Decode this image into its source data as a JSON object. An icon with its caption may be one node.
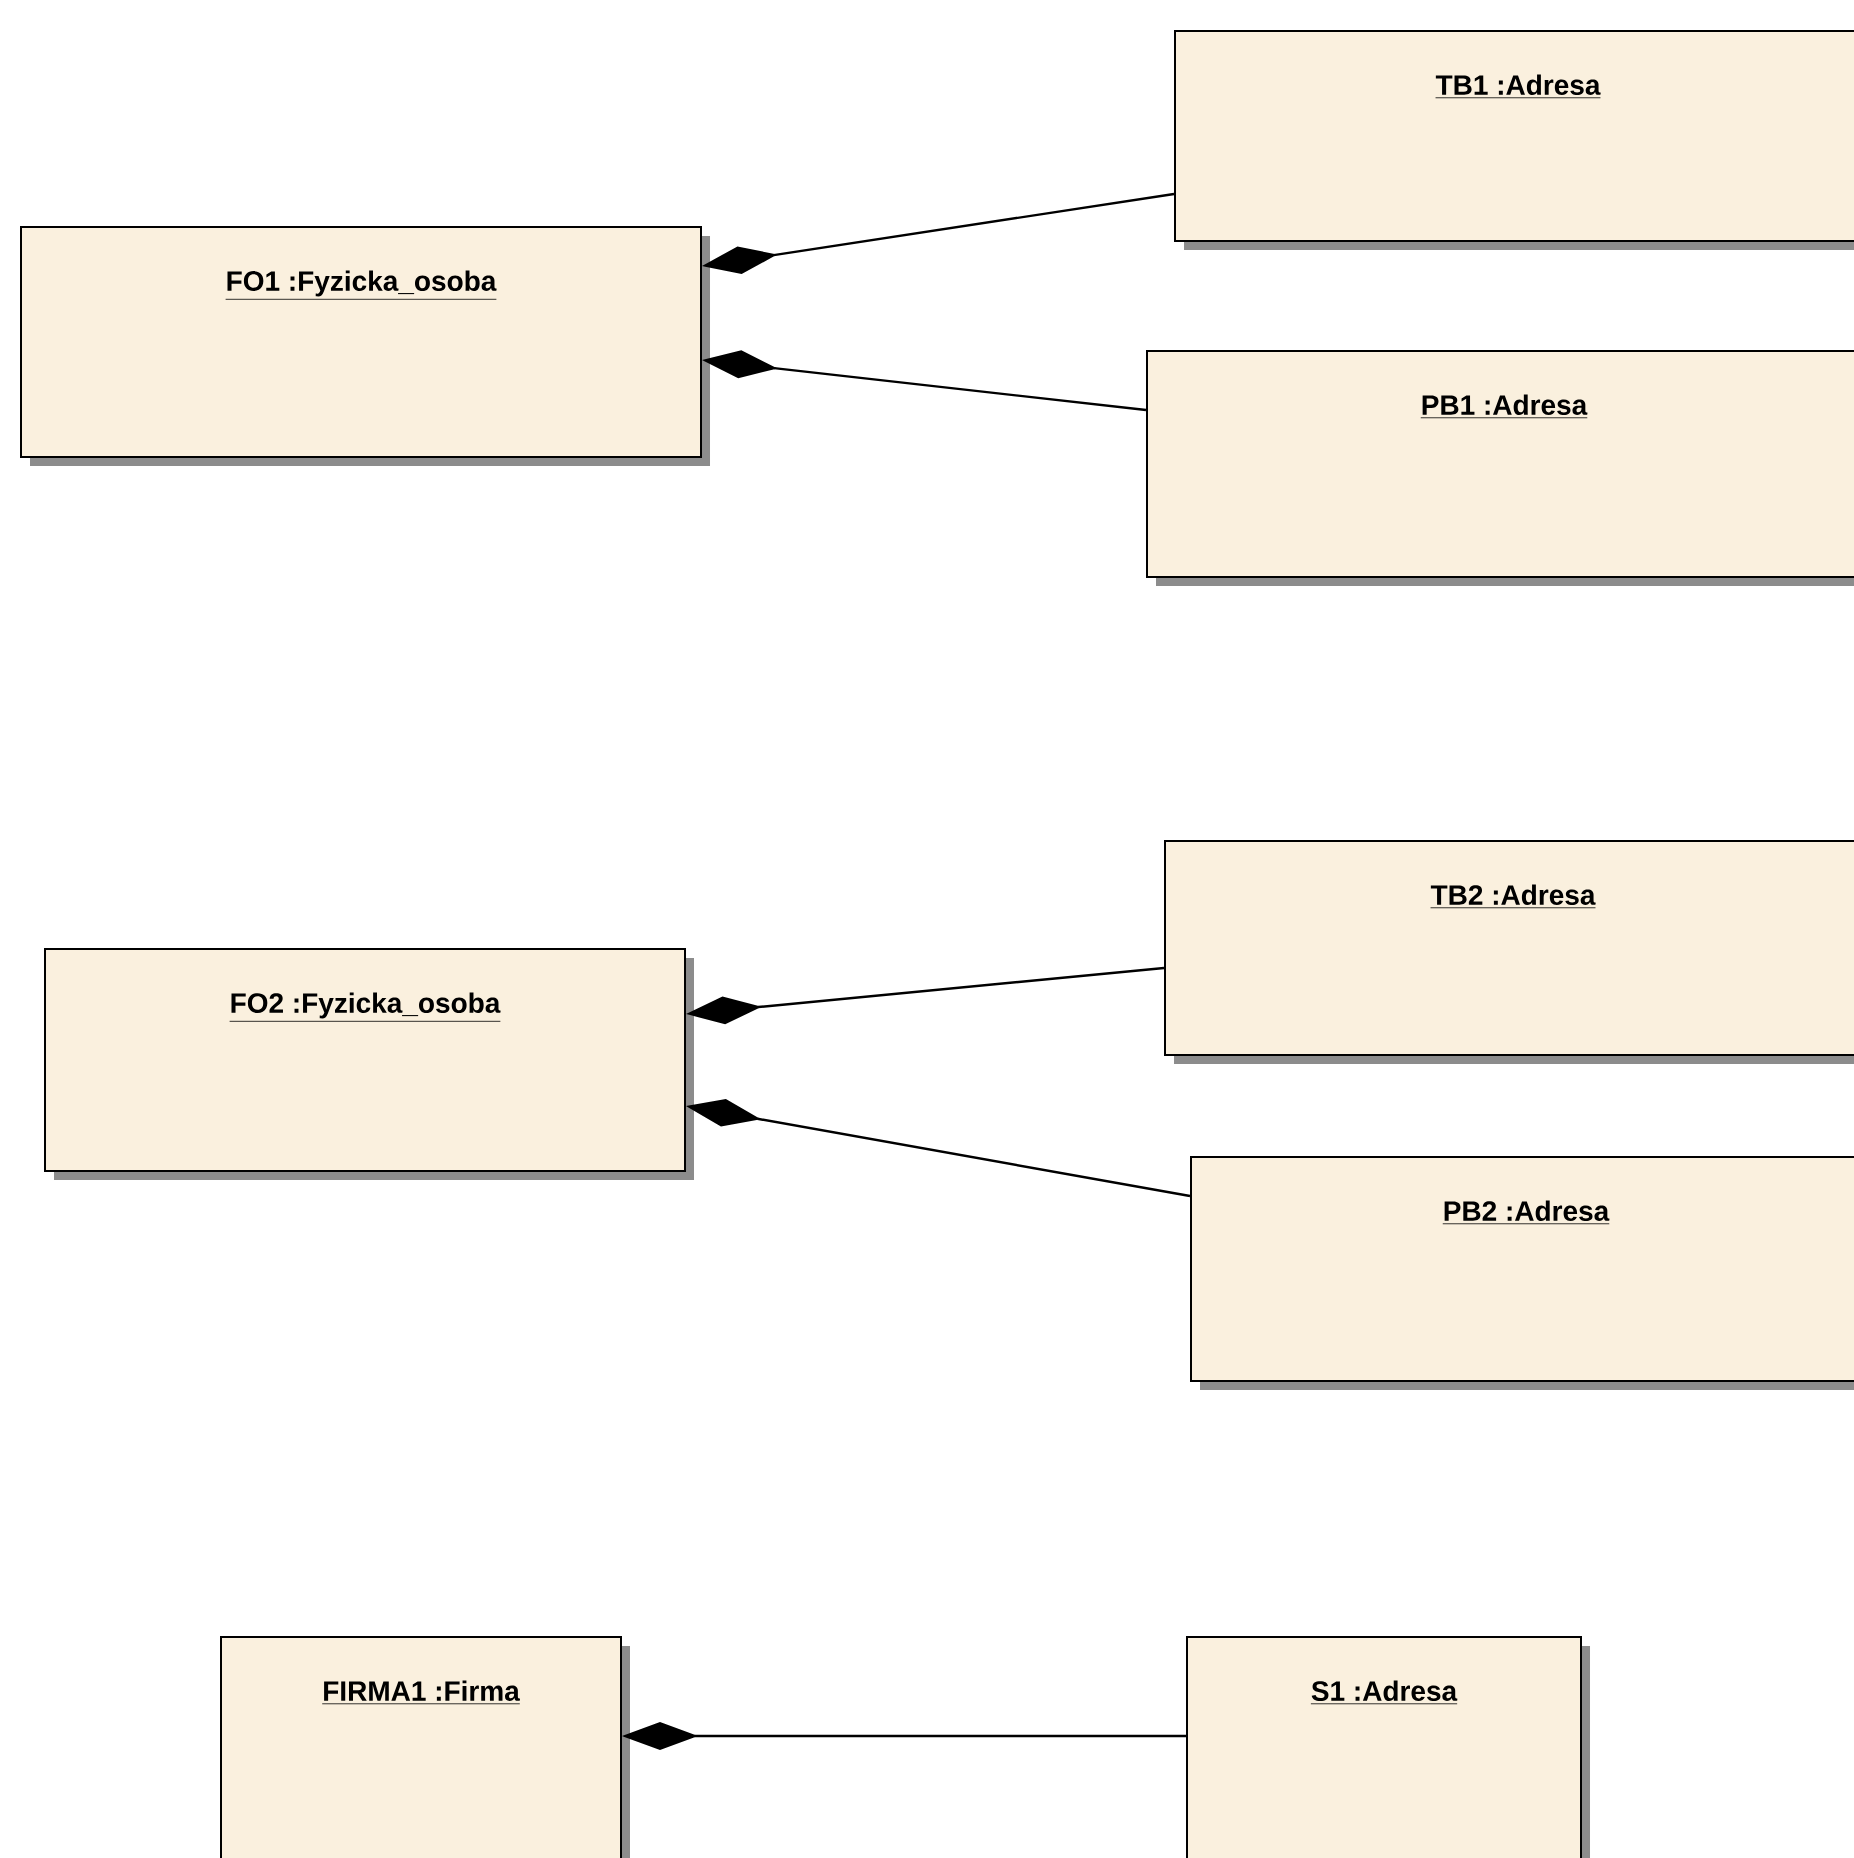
{
  "diagram": {
    "nodes": [
      {
        "text": [
          "FO1 :Fyzicka_osoba"
        ]
      },
      {
        "text": [
          "TB1 :Adresa"
        ]
      },
      {
        "text": [
          "PB1 :Adresa"
        ]
      },
      {
        "text": [
          "FO2 :Fyzicka_osoba"
        ]
      },
      {
        "text": [
          "TB2 :Adresa"
        ]
      },
      {
        "text": [
          "PB2 :Adresa"
        ]
      },
      {
        "text": [
          "FIRMA1 :Firma"
        ]
      },
      {
        "text": [
          "S1 :Adresa"
        ]
      }
    ],
    "edges": [
      {
        "from": 0,
        "to": 1,
        "arrow": "other"
      },
      {
        "from": 0,
        "to": 2,
        "arrow": "other"
      },
      {
        "from": 3,
        "to": 4,
        "arrow": "other"
      },
      {
        "from": 3,
        "to": 5,
        "arrow": "other"
      },
      {
        "from": 6,
        "to": 7,
        "arrow": "other"
      }
    ]
  }
}
